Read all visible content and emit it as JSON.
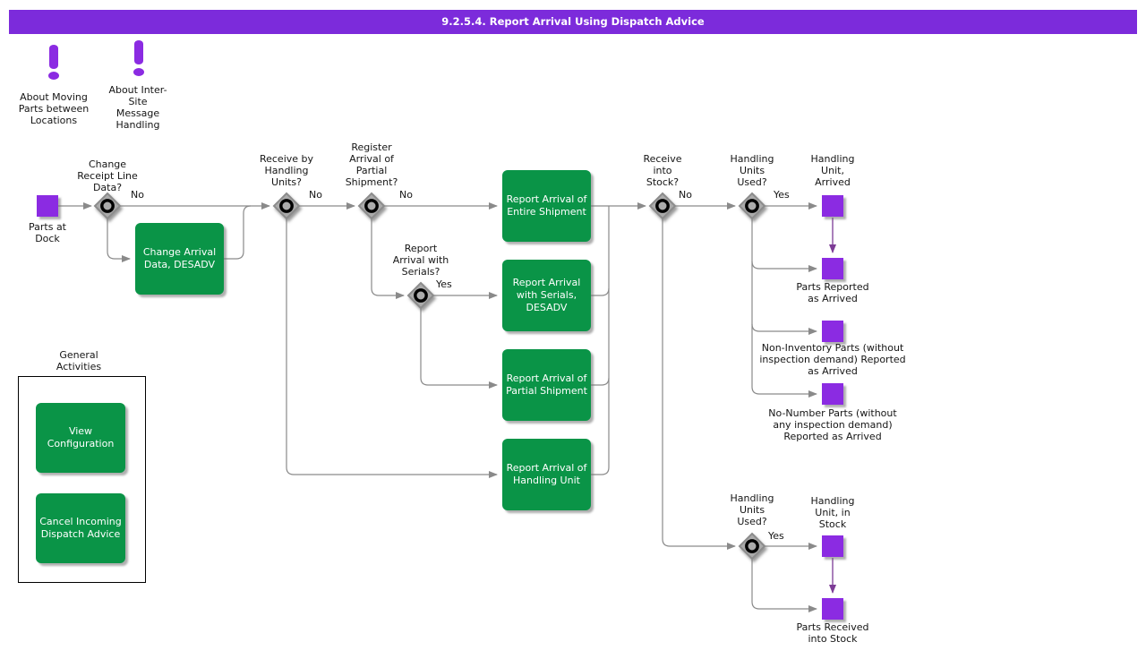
{
  "title": "9.2.5.4. Report Arrival Using Dispatch Advice",
  "colors": {
    "header_bar": "#7C2BDB",
    "state_square": "#8B2BE2",
    "activity_green": "#0A9447",
    "connector_gray": "#8A8A8A",
    "state_arrow_purple": "#7D3C96"
  },
  "info": {
    "moving_parts": "About Moving\nParts between\nLocations",
    "intersite": "About Inter-\nSite\nMessage\nHandling"
  },
  "labels": {
    "parts_at_dock": "Parts at\nDock",
    "change_receipt": "Change\nReceipt Line\nData?",
    "receive_by_hu": "Receive by\nHandling\nUnits?",
    "register_partial": "Register\nArrival of\nPartial\nShipment?",
    "report_serials_q": "Report\nArrival with\nSerials?",
    "receive_into_stock": "Receive\ninto\nStock?",
    "hu_used_top": "Handling\nUnits\nUsed?",
    "hu_arrived": "Handling\nUnit,\nArrived",
    "parts_reported": "Parts Reported\nas Arrived",
    "non_inventory": "Non-Inventory Parts (without\ninspection demand) Reported\nas Arrived",
    "no_number": "No-Number Parts (without\nany inspection demand)\nReported as Arrived",
    "hu_used_bottom": "Handling\nUnits\nUsed?",
    "hu_in_stock": "Handling\nUnit, in\nStock",
    "parts_received": "Parts Received\ninto Stock"
  },
  "activities": {
    "change_arrival": "Change Arrival\nData, DESADV",
    "report_entire": "Report Arrival of\nEntire Shipment",
    "report_serials": "Report Arrival\nwith Serials,\nDESADV",
    "report_partial": "Report Arrival of\nPartial Shipment",
    "report_hu": "Report Arrival of\nHandling Unit"
  },
  "edges": {
    "no": "No",
    "yes": "Yes"
  },
  "general": {
    "title": "General\nActivities",
    "items": [
      "View\nConfiguration",
      "Cancel Incoming\nDispatch Advice"
    ]
  }
}
